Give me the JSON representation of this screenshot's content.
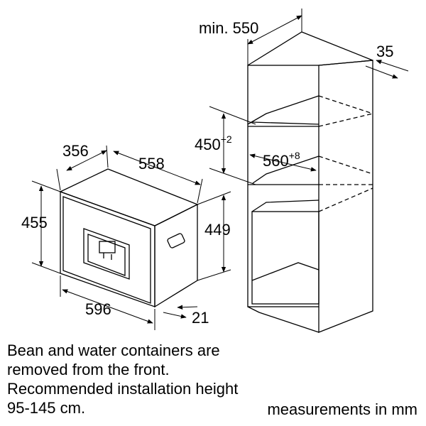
{
  "diagram": {
    "dimensions": {
      "cabinet_min_width": "min. 550",
      "cabinet_depth_offset": "35",
      "niche_height": "450",
      "niche_height_tolerance": "+2",
      "niche_width": "560",
      "niche_width_tolerance": "+8",
      "appliance_depth": "356",
      "appliance_top_width": "558",
      "appliance_height": "455",
      "niche_body_height": "449",
      "appliance_front_width": "596",
      "front_panel_depth": "21"
    }
  },
  "notes": {
    "line1": "Bean and water containers are",
    "line2": "removed from the front.",
    "line3": "Recommended installation height",
    "line4": "95-145 cm.",
    "units": "measurements in mm"
  }
}
